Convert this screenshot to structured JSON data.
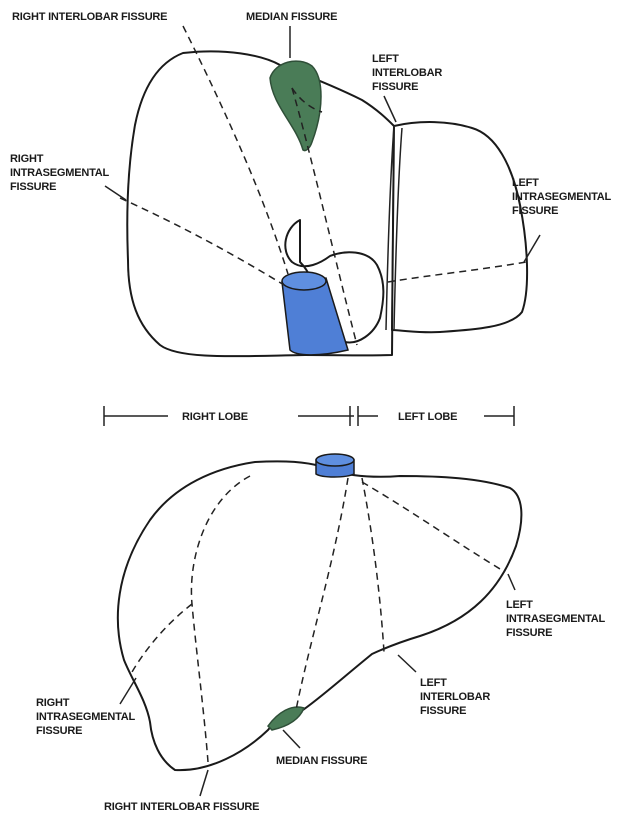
{
  "colors": {
    "green": "#4a7c57",
    "blue": "#4f7fd6",
    "outline": "#1a1a1a",
    "background": "#ffffff"
  },
  "top_view": {
    "right_interlobar_fissure": "RIGHT INTERLOBAR FISSURE",
    "median_fissure": "MEDIAN FISSURE",
    "left_interlobar_fissure": [
      "LEFT",
      "INTERLOBAR",
      "FISSURE"
    ],
    "right_intrasegmental_fissure": [
      "RIGHT",
      "INTRASEGMENTAL",
      "FISSURE"
    ],
    "left_intrasegmental_fissure": [
      "LEFT",
      "INTRASEGMENTAL",
      "FISSURE"
    ]
  },
  "scale_bar": {
    "right_lobe": "RIGHT LOBE",
    "left_lobe": "LEFT LOBE"
  },
  "bottom_view": {
    "left_intrasegmental_fissure": [
      "LEFT",
      "INTRASEGMENTAL",
      "FISSURE"
    ],
    "left_interlobar_fissure": [
      "LEFT",
      "INTERLOBAR",
      "FISSURE"
    ],
    "right_intrasegmental_fissure": [
      "RIGHT",
      "INTRASEGMENTAL",
      "FISSURE"
    ],
    "median_fissure": "MEDIAN FISSURE",
    "right_interlobar_fissure": "RIGHT INTERLOBAR FISSURE"
  }
}
